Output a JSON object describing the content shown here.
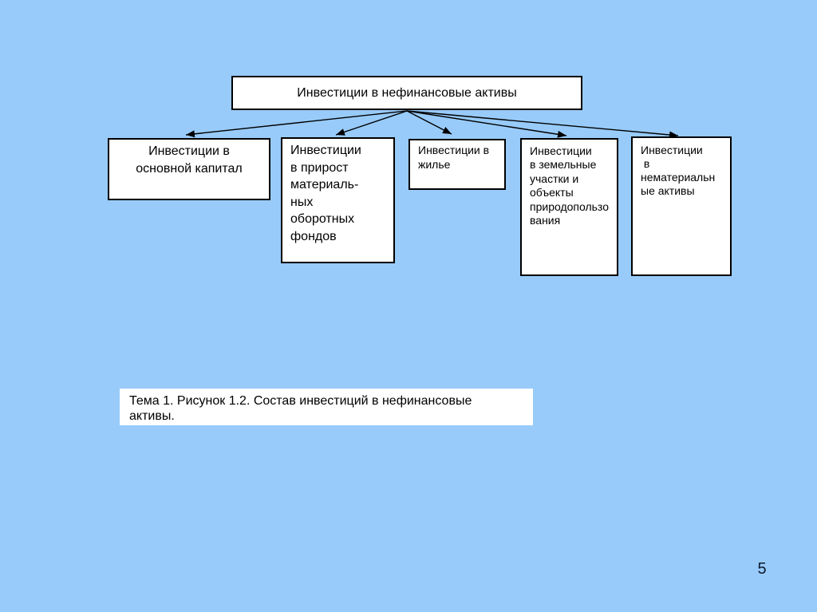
{
  "slide": {
    "background_color": "#98CBFA",
    "page_number": "5"
  },
  "diagram": {
    "root_label": "Инвестиции в нефинансовые активы",
    "children": [
      {
        "label": "Инвестиции в\nосновной капитал"
      },
      {
        "label": "Инвестиции\nв прирост\nматериаль-\nных\nоборотных\nфондов"
      },
      {
        "label": "Инвестиции в\nжилье"
      },
      {
        "label": "Инвестиции\nв земельные\nучастки и\nобъекты\nприродопользо\nвания"
      },
      {
        "label": "Инвестиции\n в\nнематериальн\nые активы"
      }
    ]
  },
  "caption": {
    "text": "Тема 1. Рисунок 1.2. Состав инвестиций в нефинансовые\nактивы."
  }
}
